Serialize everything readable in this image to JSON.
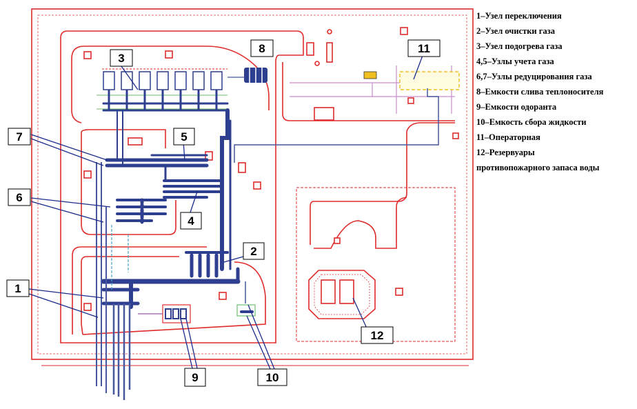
{
  "callouts": [
    "1",
    "2",
    "3",
    "4",
    "5",
    "6",
    "7",
    "8",
    "9",
    "10",
    "11",
    "12"
  ],
  "legend": [
    "1–Узел переключения",
    "2–Узел очистки газа",
    "3–Узел подогрева газа",
    "4,5–Узлы учета газа",
    "6,7–Узлы редуцирования газа",
    "8–Емкости слива теплоносителя",
    "9–Емкости одоранта",
    "10–Емкость сбора жидкости",
    "11–Операторная",
    "12–Резервуары",
    "противопожарного запаса воды"
  ],
  "colors": {
    "wall": "#e02b2b",
    "pipe": "#2f3f8f",
    "leader": "#1b2a8c",
    "accent": "#f0c020"
  }
}
